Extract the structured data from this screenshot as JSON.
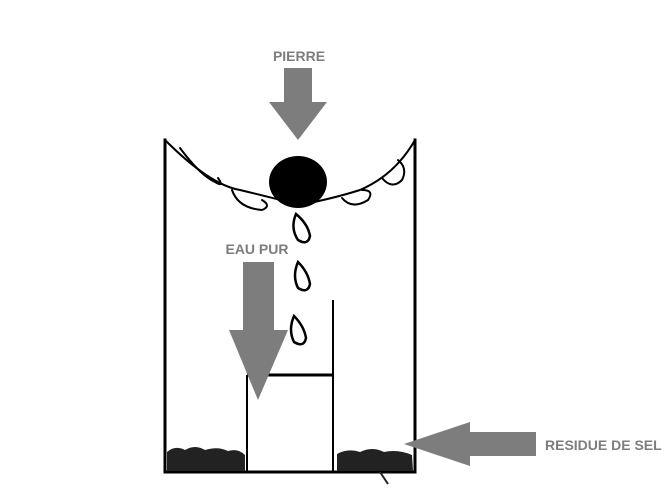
{
  "labels": {
    "stone": "PIERRE",
    "pure_water": "EAU PUR",
    "salt_residue": "RESIDUE DE SEL"
  },
  "colors": {
    "arrow": "#7d7d7d",
    "ink": "#000000",
    "background": "#ffffff"
  }
}
